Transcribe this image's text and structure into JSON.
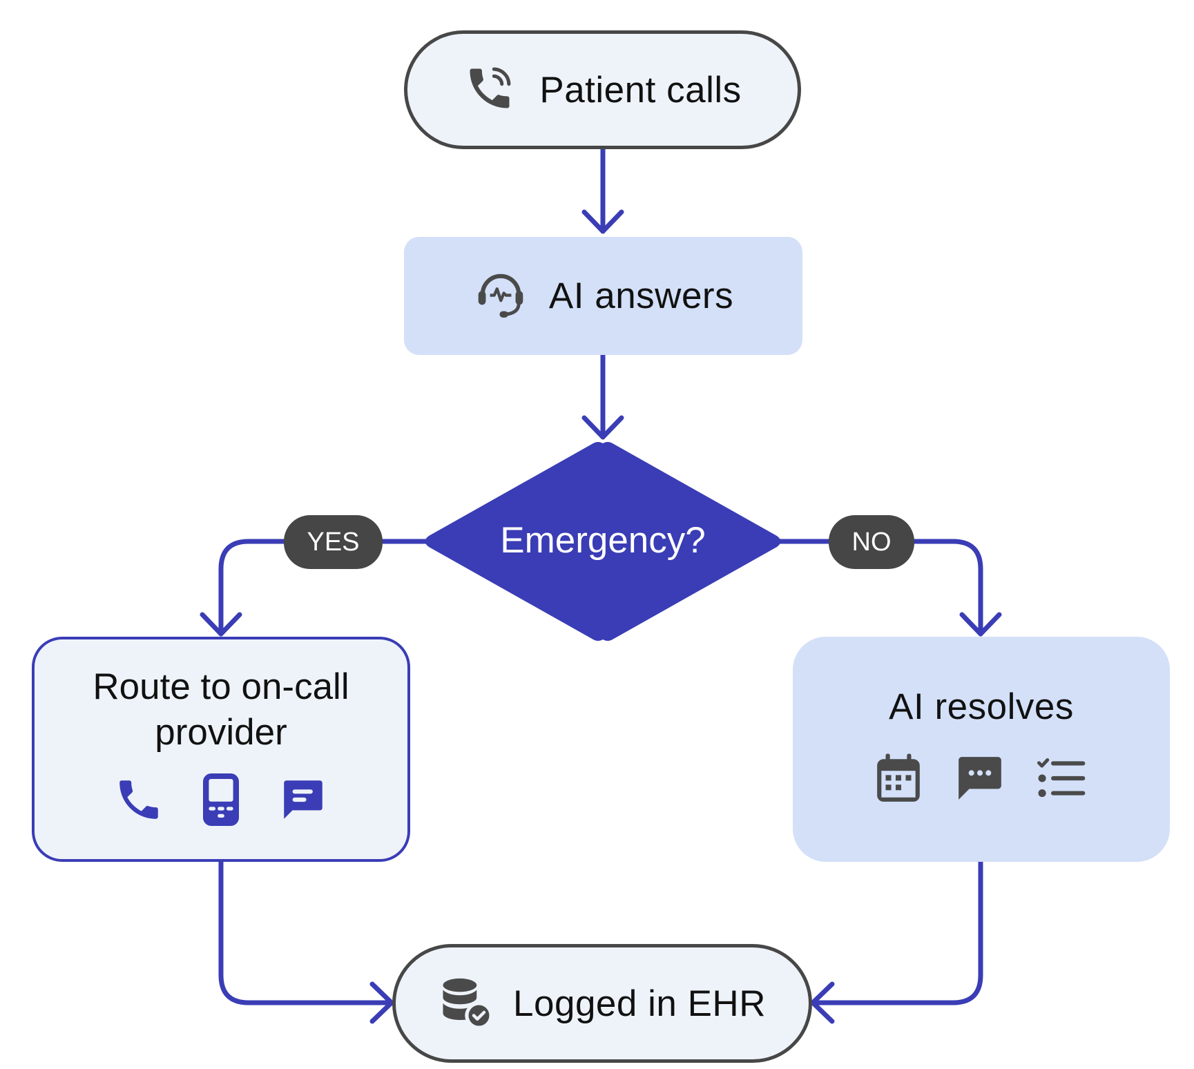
{
  "diagram": {
    "type": "flowchart",
    "colors": {
      "connector": "#3a3db5",
      "decision_fill": "#3a3db5",
      "terminal_border": "#474747",
      "terminal_fill": "#eef3fa",
      "process_fill": "#d3e0f8",
      "badge_fill": "#464646",
      "icon_dark": "#4a4a4a",
      "icon_accent": "#3a3db5"
    },
    "nodes": {
      "start": {
        "label": "Patient calls",
        "icon": "phone-ringing-icon"
      },
      "ai_answers": {
        "label": "AI answers",
        "icon": "headset-heartbeat-icon"
      },
      "decision": {
        "label": "Emergency?"
      },
      "route": {
        "label_line1": "Route to on-call",
        "label_line2": "provider",
        "icons": [
          "phone-icon",
          "mobile-phone-icon",
          "message-icon"
        ]
      },
      "ai_resolves": {
        "label": "AI resolves",
        "icons": [
          "calendar-icon",
          "chat-bubble-icon",
          "checklist-icon"
        ]
      },
      "end": {
        "label": "Logged in EHR",
        "icon": "database-check-icon"
      }
    },
    "branches": {
      "yes": "YES",
      "no": "NO"
    },
    "edges": [
      {
        "from": "start",
        "to": "ai_answers"
      },
      {
        "from": "ai_answers",
        "to": "decision"
      },
      {
        "from": "decision",
        "to": "route",
        "label": "YES"
      },
      {
        "from": "decision",
        "to": "ai_resolves",
        "label": "NO"
      },
      {
        "from": "route",
        "to": "end"
      },
      {
        "from": "ai_resolves",
        "to": "end"
      }
    ]
  }
}
